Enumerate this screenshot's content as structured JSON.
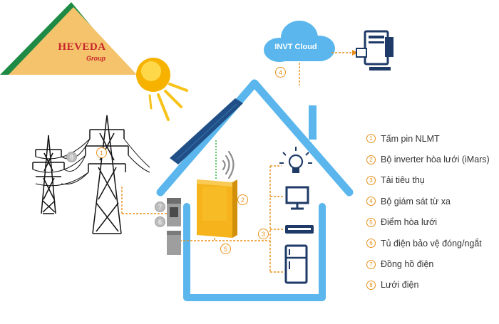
{
  "logo": {
    "brand": "HEVEDA",
    "sub": "Group"
  },
  "cloud": {
    "label": "INVT Cloud"
  },
  "markers": [
    "1",
    "2",
    "3",
    "4",
    "5",
    "6",
    "7",
    "8"
  ],
  "legend": [
    {
      "num": "1",
      "label": "Tấm pin NLMT"
    },
    {
      "num": "2",
      "label": "Bộ inverter hòa lưới (iMars)"
    },
    {
      "num": "3",
      "label": "Tải tiêu thụ"
    },
    {
      "num": "4",
      "label": "Bộ giám sát từ xa"
    },
    {
      "num": "5",
      "label": "Điểm hòa lưới"
    },
    {
      "num": "6",
      "label": "Tủ điện bảo vệ đóng/ngắt"
    },
    {
      "num": "7",
      "label": "Đồng hồ điện"
    },
    {
      "num": "8",
      "label": "Lưới điện"
    }
  ],
  "colors": {
    "house": "#5ab6ec",
    "accent": "#e8901a",
    "inverter": "#f6b31b",
    "panel": "#1f4f86",
    "signal": "#38b54a",
    "logo_green": "#1e8a45",
    "logo_yellow": "#f4c36b",
    "logo_red": "#c9252c"
  },
  "icons": [
    "solar-panel-icon",
    "inverter-icon",
    "light-bulb-icon",
    "tv-icon",
    "air-conditioner-icon",
    "refrigerator-icon",
    "computer-icon",
    "cloud-icon",
    "sun-icon",
    "power-tower-icon",
    "electric-meter-icon",
    "breaker-box-icon",
    "wifi-icon"
  ]
}
